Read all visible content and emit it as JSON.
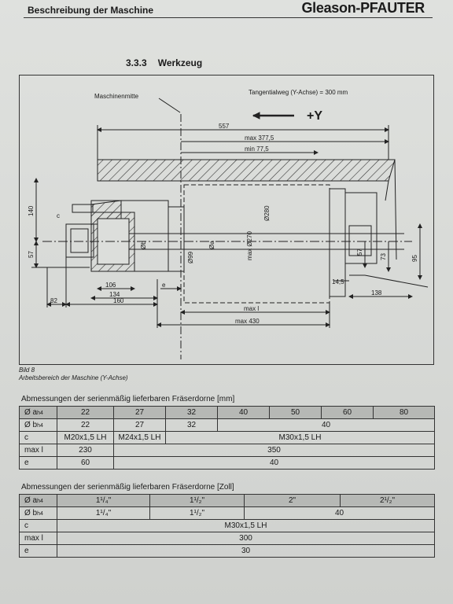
{
  "header": {
    "title": "Beschreibung der Maschine",
    "brand": "Gleason-PFAUTER"
  },
  "section": {
    "number": "3.3.3",
    "title": "Werkzeug"
  },
  "drawing": {
    "label_maschinenmitte": "Maschinenmitte",
    "label_tangential": "Tangentialweg (Y-Achse) = 300 mm",
    "label_plus_y": "+Y",
    "dims": {
      "d557": "557",
      "max3775": "max 377,5",
      "min775": "min  77,5",
      "d140": "140",
      "d57l": "57",
      "c": "c",
      "phib": "Øb",
      "phi99": "Ø99",
      "phia": "Øa",
      "max270": "max Ø270",
      "phi280": "Ø280",
      "d57r": "57",
      "d73": "73",
      "d95": "95",
      "d106": "106",
      "e": "e",
      "d145": "14,5",
      "d134": "134",
      "d82": "82",
      "d160": "160",
      "d138": "138",
      "maxl": "max l",
      "max430": "max 430"
    }
  },
  "figure": {
    "number": "Bild 8",
    "caption": "Arbeitsbereich der Maschine (Y-Achse)"
  },
  "table_mm": {
    "caption": "Abmessungen der serienmäßig lieferbaren Fräserdorne [mm]",
    "label_a": "Ø a",
    "sub_a": "h4",
    "label_b": "Ø b",
    "sub_b": "h4",
    "label_c": "c",
    "label_maxl": "max l",
    "label_e": "e",
    "a": [
      "22",
      "27",
      "32",
      "40",
      "50",
      "60",
      "80"
    ],
    "b": [
      "22",
      "27",
      "32",
      "40"
    ],
    "c": [
      "M20x1,5 LH",
      "M24x1,5 LH",
      "M30x1,5 LH"
    ],
    "maxl": [
      "230",
      "350"
    ],
    "e": [
      "60",
      "40"
    ]
  },
  "table_zoll": {
    "caption": "Abmessungen der serienmäßig lieferbaren Fräserdorne [Zoll]",
    "label_a": "Ø a",
    "sub_a": "h4",
    "label_b": "Ø b",
    "sub_b": "h4",
    "label_c": "c",
    "label_maxl": "max l",
    "label_e": "e",
    "a": [
      "1¹/₄\"",
      "1¹/₂\"",
      "2\"",
      "2¹/₂\""
    ],
    "b": [
      "1¹/₄\"",
      "1¹/₂\"",
      "40"
    ],
    "c": "M30x1,5 LH",
    "maxl": "300",
    "e": "30"
  }
}
